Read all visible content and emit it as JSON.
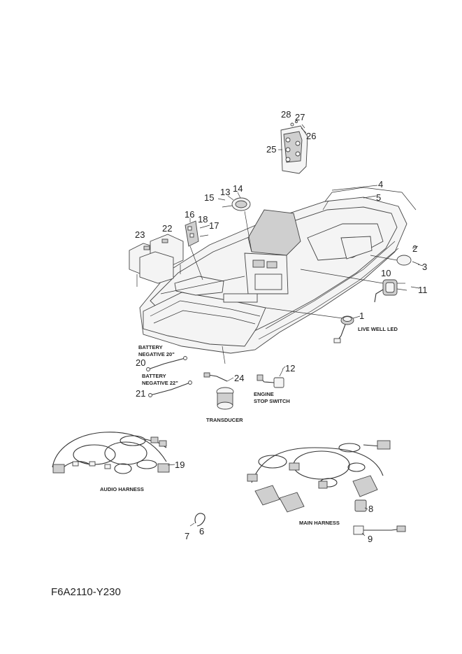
{
  "callouts": [
    "1",
    "2",
    "3",
    "4",
    "5",
    "6",
    "7",
    "8",
    "9",
    "10",
    "11",
    "12",
    "13",
    "14",
    "15",
    "16",
    "17",
    "18",
    "19",
    "20",
    "21",
    "22",
    "23",
    "24",
    "25",
    "26",
    "27",
    "28"
  ],
  "captions": {
    "live_well_led": "LIVE WELL LED",
    "battery_negative_20": "BATTERY",
    "battery_negative_20_b": "NEGATIVE 20\"",
    "battery_negative_22": "BATTERY",
    "battery_negative_22_b": "NEGATIVE 22\"",
    "engine_stop_switch": "ENGINE",
    "engine_stop_switch_b": "STOP SWITCH",
    "transducer": "TRANSDUCER",
    "audio_harness": "AUDIO HARNESS",
    "main_harness": "MAIN HARNESS"
  },
  "figure_code": "F6A2110-Y230"
}
